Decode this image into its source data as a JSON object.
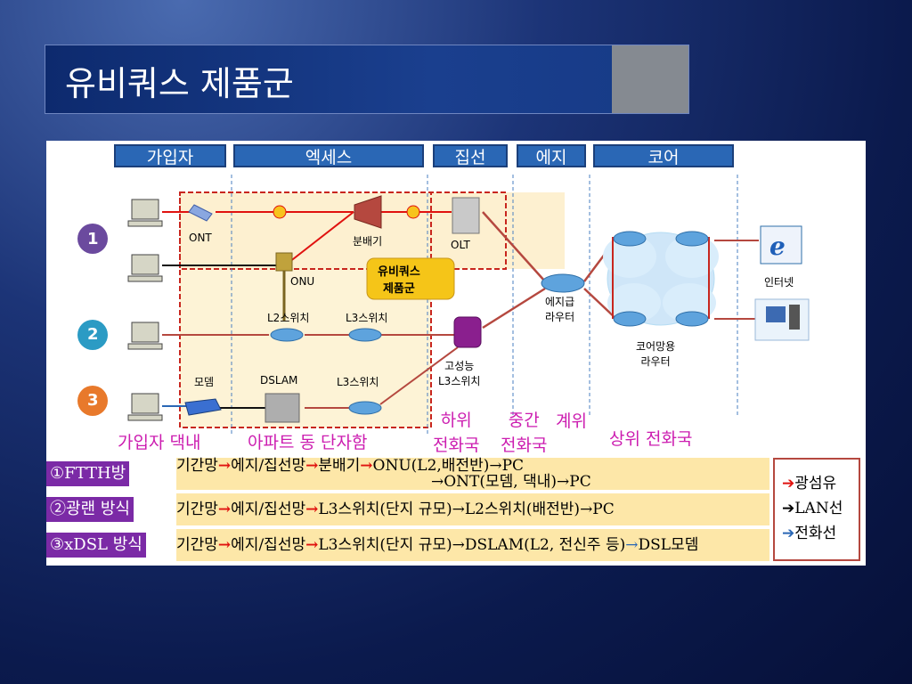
{
  "slide": {
    "title": "유비쿼스 제품군"
  },
  "columns": [
    "가입자",
    "엑세스",
    "집선",
    "에지",
    "코어"
  ],
  "nodes": {
    "ont": "ONT",
    "onu": "ONU",
    "splitter": "분배기",
    "olt": "OLT",
    "l2": "L2스위치",
    "l3a": "L3스위치",
    "modem": "모뎀",
    "dslam": "DSLAM",
    "l3b": "L3스위치",
    "hp_l3": "고성능\nL3스위치",
    "edge_router": "에지급\n라우터",
    "core_router": "코어망용\n라우터",
    "internet": "인터넷",
    "badge": "유비쿼스\n제품군"
  },
  "numbers": [
    "1",
    "2",
    "3"
  ],
  "zones": {
    "subscriber": "가입자 댁내",
    "apartment": "아파트 동 단자함",
    "lower": "하위\n전화국",
    "middle": "중간\n전화국",
    "boundary": "계위",
    "upper": "상위 전화국"
  },
  "rows": [
    {
      "label": "①FTTH방",
      "line1_pre": "기간망",
      "line1_a": "에지/집선망",
      "line1_b": "분배기",
      "line1_c": "ONU(L2,배전반)→PC",
      "line2": "→ONT(모뎀, 댁내)→PC"
    },
    {
      "label": "②광랜 방식",
      "pre": "기간망",
      "a": "에지/집선망",
      "b": "L3스위치(단지 규모)→L2스위치(배전반)→PC"
    },
    {
      "label": "③xDSL 방식",
      "pre": "기간망",
      "a": "에지/집선망",
      "b": "L3스위치(단지 규모)→DSLAM(L2, 전신주 등)",
      "c": "DSL모뎀"
    }
  ],
  "legend": {
    "fiber": "광섬유",
    "lan": "LAN선",
    "phone": "전화선"
  },
  "colors": {
    "fiber": "#e0120f",
    "lan": "#000000",
    "phone": "#2a67b5",
    "accent": "#cc1db0",
    "label_bg": "#7b2aa6"
  }
}
